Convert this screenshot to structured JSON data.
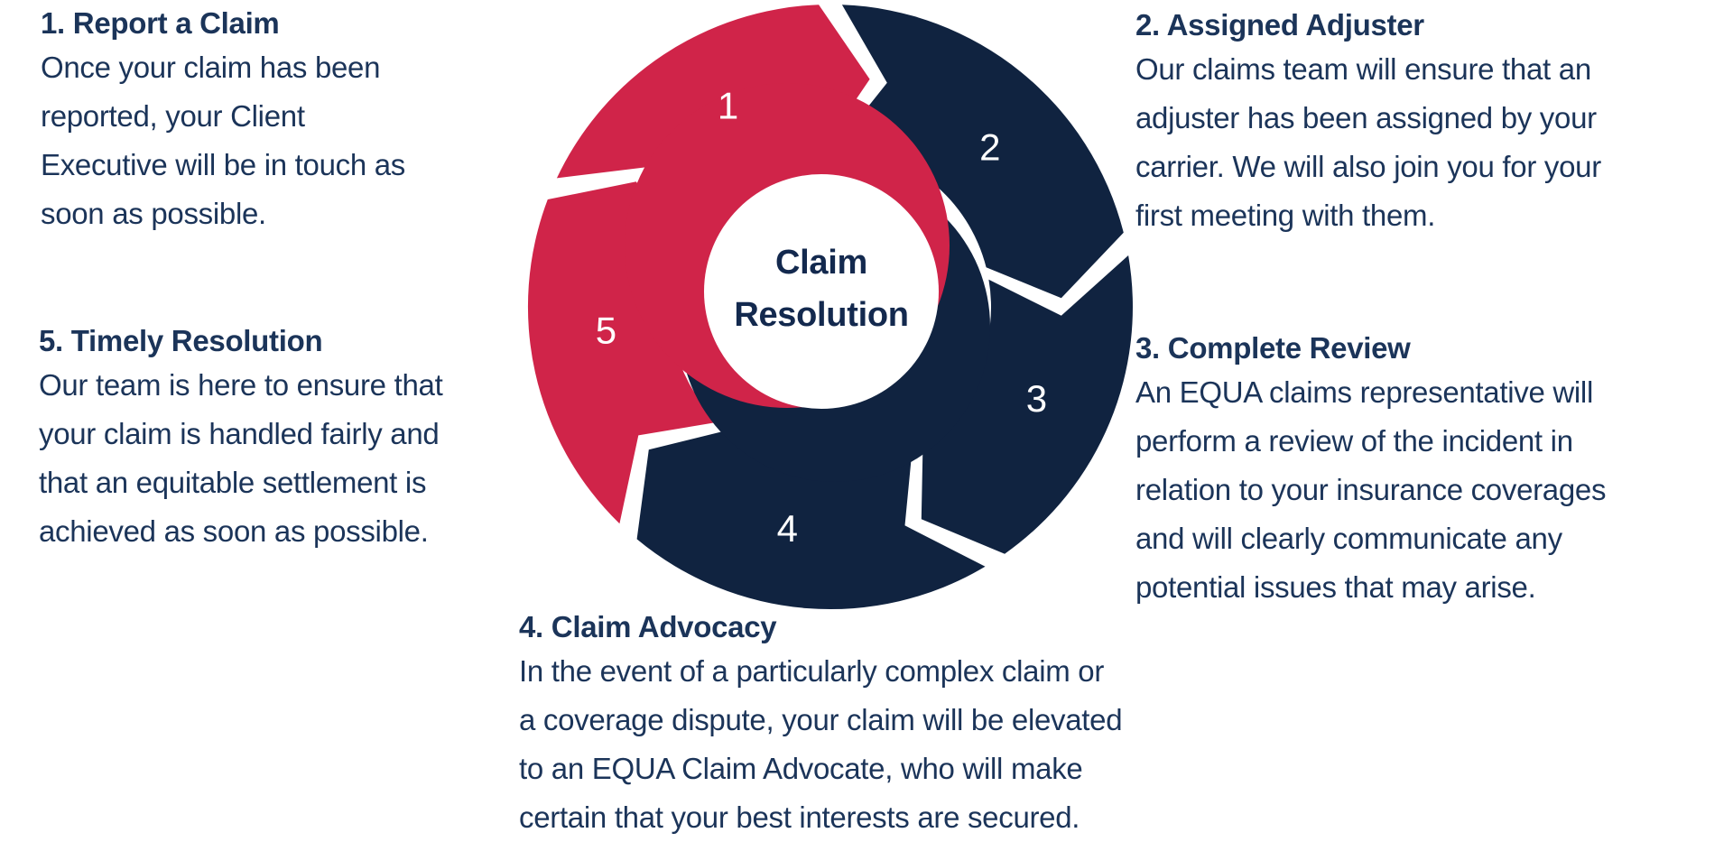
{
  "colors": {
    "red": "#D02449",
    "navy": "#102340",
    "text_navy": "#1B3459",
    "center_text": "#13294E",
    "background": "#FFFFFF",
    "number_text": "#FFFFFF"
  },
  "center": {
    "label": "Claim\nResolution"
  },
  "steps": [
    {
      "number": "1",
      "wheel_color": "red",
      "title": "1.  Report a Claim",
      "body": "Once your claim has been\nreported, your Client\nExecutive will be in touch as\nsoon as possible."
    },
    {
      "number": "2",
      "wheel_color": "navy",
      "title": "2. Assigned Adjuster",
      "body": "Our claims team will ensure that an\nadjuster has been assigned by your\ncarrier. We will also join you for your\nfirst meeting with them."
    },
    {
      "number": "3",
      "wheel_color": "navy",
      "title": "3. Complete Review",
      "body": "An EQUA claims representative will\nperform a review of the incident in\nrelation to your insurance coverages\nand will clearly communicate any\npotential issues that may arise."
    },
    {
      "number": "4",
      "wheel_color": "navy",
      "title": "4. Claim Advocacy",
      "body": "In the event of a particularly complex claim or\na coverage dispute, your claim will be elevated\nto an EQUA Claim Advocate, who will make\ncertain that your best interests are secured."
    },
    {
      "number": "5",
      "wheel_color": "red",
      "title": "5. Timely Resolution",
      "body": "Our team is here to ensure that\nyour claim is handled fairly and\nthat an equitable settlement is\nachieved as soon as possible."
    }
  ]
}
